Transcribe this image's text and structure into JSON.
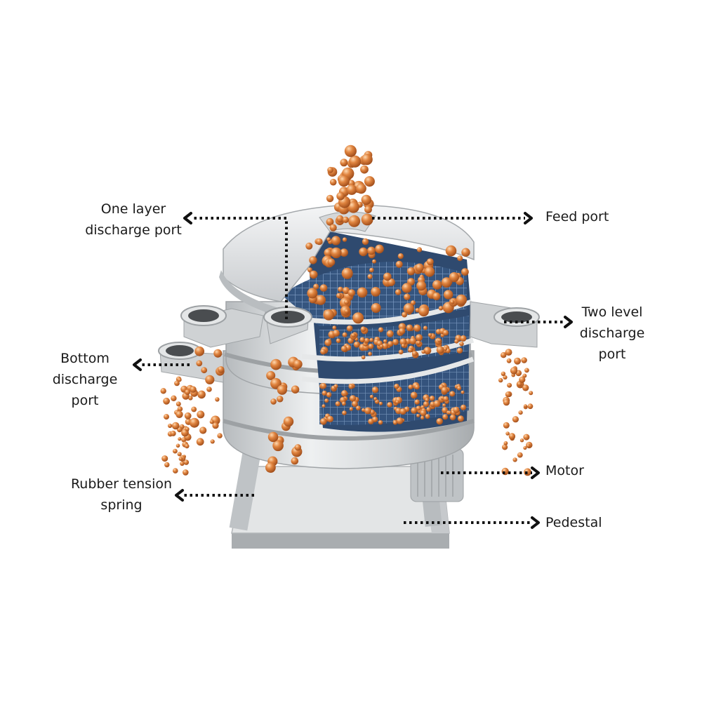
{
  "labels": {
    "one_layer_discharge_port": "One layer\ndischarge port",
    "feed_port": "Feed port",
    "two_level_discharge_port": "Two level\ndischarge\nport",
    "bottom_discharge_port": "Bottom\ndischarge\nport",
    "motor": "Motor",
    "rubber_tension_spring": "Rubber tension\nspring",
    "pedestal": "Pedestal"
  },
  "colors": {
    "machine_body": "#d6d9db",
    "machine_shadow": "#a9adb0",
    "mesh": "#3b5b86",
    "particles": "#d87a3c",
    "arrows": "#111111"
  }
}
